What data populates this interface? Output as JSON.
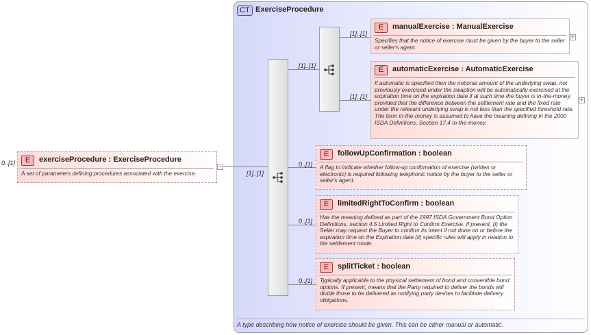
{
  "root": {
    "multiplicity": "0..[1]",
    "badge": "E",
    "title": "exerciseProcedure : ExerciseProcedure",
    "doc": "A set of parameters defining procedures associated with the exercise."
  },
  "complex_type": {
    "badge": "CT",
    "name": "ExerciseProcedure",
    "doc": "A type describing how notice of exercise should be given. This can be either manual or automatic."
  },
  "outer_sequence": {
    "multiplicity": "[1]..[1]"
  },
  "inner_choice": {
    "multiplicity": "[1]..[1]"
  },
  "elements": [
    {
      "multiplicity": "[1]..[1]",
      "badge": "E",
      "title": "manualExercise : ManualExercise",
      "doc": "Specifies that the notice of exercise must be given by the buyer to the seller or seller's agent.",
      "expander": "+"
    },
    {
      "multiplicity": "[1]..[1]",
      "badge": "E",
      "title": "automaticExercise : AutomaticExercise",
      "doc": "If automatic is specified then the notional amount of the underlying swap, not previously exercised under the swaption will be automatically exercised at the expiration time on the expiration date if at such time the buyer is in-the-money, provided that the difference between the settlement rate and the fixed rate under the relevant underlying swap is not less than the specified threshold rate. The term in-the-money is assumed to have the meaning defining in the 2000 ISDA Definitions, Section 17.4 In-the-money.",
      "expander": "+"
    },
    {
      "multiplicity": "0..[1]",
      "badge": "E",
      "title": "followUpConfirmation : boolean",
      "doc": "A flag to indicate whether follow-up confirmation of exercise (written or electronic) is required following telephonic notice by the buyer to the seller or seller's agent."
    },
    {
      "multiplicity": "0..[1]",
      "badge": "E",
      "title": "limitedRightToConfirm : boolean",
      "doc": "Has the meaning defined as part of the 1997 ISDA Government Bond Option Definitions, section 4.5 Limited Right to Confirm Exercise. If present, (i) the Seller may request the Buyer to confirm its intent if not done on or before the expiration time on the Expiration date (ii) specific rules will apply in relation to the settlement mode."
    },
    {
      "multiplicity": "0..[1]",
      "badge": "E",
      "title": "splitTicket : boolean",
      "doc": "Typically applicable to the physical settlement of bond and convertible bond options. If present, means that the Party required to deliver the bonds will divide those to be delivered as notifying party desires to facilitate delivery obligations."
    }
  ],
  "root_expander": "−",
  "colors": {
    "complex_type_bg": "#d6d8fa",
    "element_bg": "#fddada",
    "badge_e": "#f6b9b9",
    "badge_ct": "#c9ccf5"
  }
}
